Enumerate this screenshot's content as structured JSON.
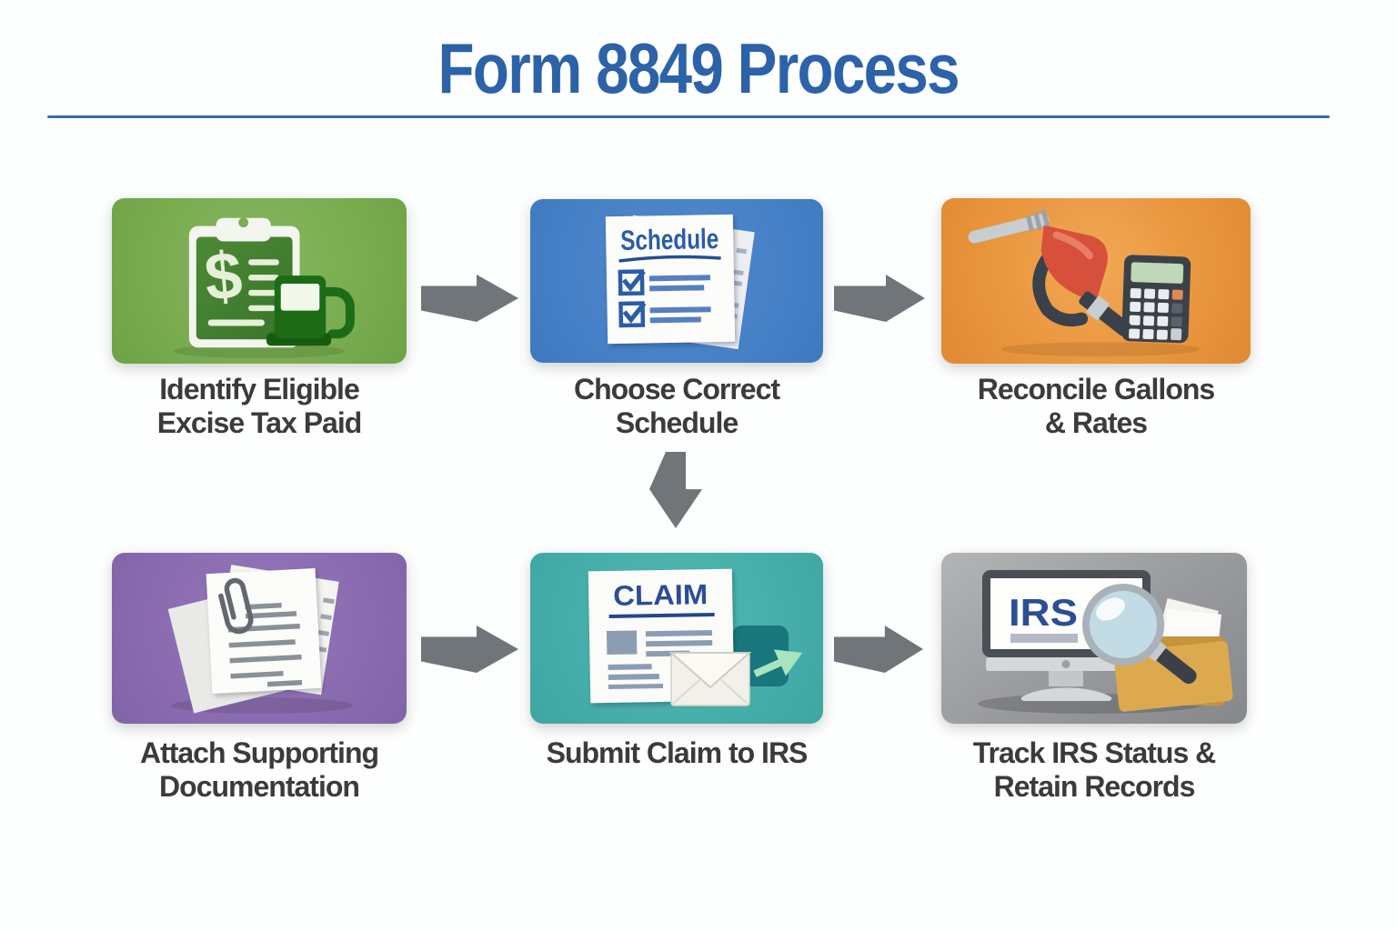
{
  "title": "Form 8849 Process",
  "colors": {
    "title_text": "#2c62a8",
    "title_rule": "#3a6ba8",
    "arrow": "#6f7579",
    "label_text": "#3b3b3d"
  },
  "steps": [
    {
      "name": "identify-eligible-excise-tax-paid",
      "label_line1": "Identify Eligible",
      "label_line2": "Excise Tax Paid",
      "tile_color": "#79ab4f",
      "icon": "clipboard-dollar-fuel-pump-icon"
    },
    {
      "name": "choose-correct-schedule",
      "label_line1": "Choose Correct",
      "label_line2": "Schedule",
      "tile_color": "#4680c6",
      "icon": "schedule-checklist-icon",
      "icon_text": "Schedule"
    },
    {
      "name": "reconcile-gallons-and-rates",
      "label_line1": "Reconcile Gallons",
      "label_line2": "& Rates",
      "tile_color": "#e8953c",
      "icon": "fuel-nozzle-calculator-icon"
    },
    {
      "name": "attach-supporting-documentation",
      "label_line1": "Attach Supporting",
      "label_line2": "Documentation",
      "tile_color": "#8a6bb0",
      "icon": "paperclip-documents-icon"
    },
    {
      "name": "submit-claim-to-irs",
      "label_line1": "Submit Claim to IRS",
      "label_line2": "",
      "tile_color": "#46aeaa",
      "icon": "claim-envelope-send-icon",
      "icon_text": "CLAIM"
    },
    {
      "name": "track-irs-status-retain-records",
      "label_line1": "Track IRS Status &",
      "label_line2": "Retain Records",
      "tile_color": "#97999d",
      "icon": "monitor-magnifier-folder-icon",
      "icon_text": "IRS"
    }
  ],
  "flow": [
    "step1->step2",
    "step2->step3",
    "step2->step5",
    "step4->step5",
    "step5->step6"
  ]
}
